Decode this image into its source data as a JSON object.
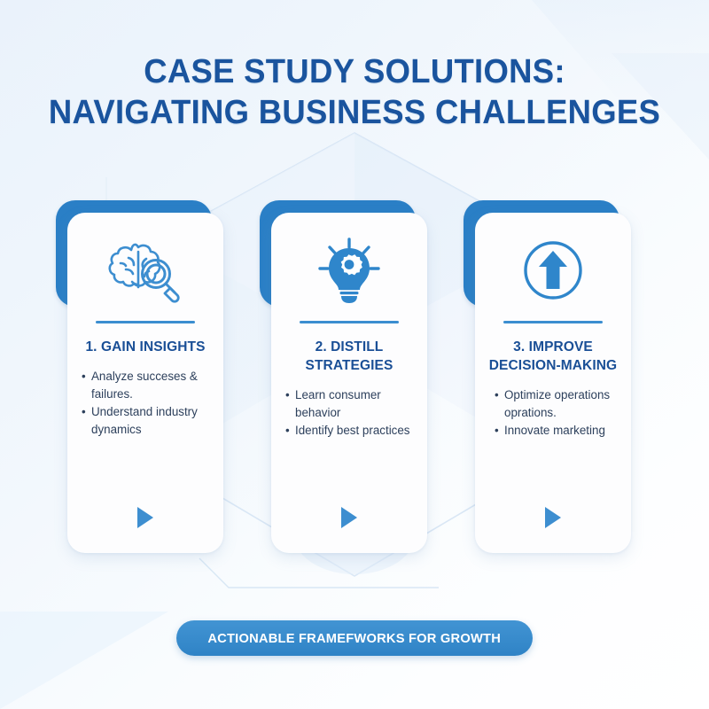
{
  "title": {
    "line1": "CASE STUDY SOLUTIONS:",
    "line2": "NAVIGATING BUSINESS CHALLENGES"
  },
  "colors": {
    "title_navy": "#1a549e",
    "card_blue": "#2a7fc6",
    "divider_blue": "#3b8ed0",
    "banner_blue": "#3d8dcc",
    "body_text": "#2d405c",
    "background": "#eef5fc"
  },
  "cards": [
    {
      "icon": "brain-magnifier-icon",
      "title": "1. GAIN INSIGHTS",
      "bullets": [
        "Analyze succeses & failures.",
        "Understand industry dynamics"
      ],
      "play": "play-triangle-icon"
    },
    {
      "icon": "lightbulb-gear-icon",
      "title": "2. DISTILL STRATEGIES",
      "bullets": [
        "Learn consumer behavior",
        "Identify best practices"
      ],
      "play": "play-triangle-icon"
    },
    {
      "icon": "circled-up-arrow-icon",
      "title": "3. IMPROVE DECISION-MAKING",
      "bullets": [
        "Optimize operations oprations.",
        "Innovate marketing"
      ],
      "play": "play-triangle-icon"
    }
  ],
  "banner": {
    "label": "ACTIONABLE FRAMEFWORKS FOR GROWTH"
  }
}
